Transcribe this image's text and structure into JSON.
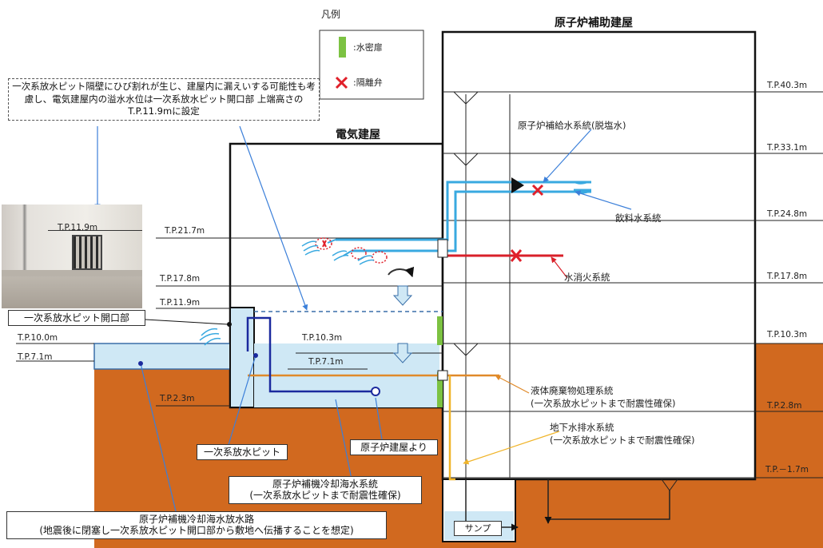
{
  "legend": {
    "title": "凡例",
    "watertight_door": ":水密扉",
    "isolation_valve": ":隔離弁",
    "colors": {
      "door": "#7cc242",
      "valve": "#e0202a"
    }
  },
  "buildings": {
    "aux": "原子炉補助建屋",
    "elec": "電気建屋"
  },
  "note": "一次系放水ピット隔壁にひび割れが生じ、建屋内に漏えいする可能性も考慮し、電気建屋内の溢水水位は一次系放水ピット開口部 上端高さのT.P.11.9mに設定",
  "photo_level": "T.P.11.9m",
  "levels_right": [
    "T.P.40.3m",
    "T.P.33.1m",
    "T.P.24.8m",
    "T.P.17.8m",
    "T.P.10.3m",
    "T.P.2.8m",
    "T.P.－1.7m"
  ],
  "levels_left": [
    "T.P.21.7m",
    "T.P.17.8m",
    "T.P.11.9m",
    "T.P.10.0m",
    "T.P.7.1m",
    "T.P.2.3m"
  ],
  "levels_inner": [
    "T.P.10.3m",
    "T.P.7.1m"
  ],
  "systems": {
    "desal": "原子炉補給水系統(脱塩水)",
    "drink": "飲料水系統",
    "fire": "水消火系統",
    "liquid_waste": [
      "液体廃棄物処理系統",
      "(一次系放水ピットまで耐震性確保)"
    ],
    "groundwater": [
      "地下水排水系統",
      "(一次系放水ピットまで耐震性確保)"
    ],
    "cooling_sea": [
      "原子炉補機冷却海水系統",
      "(一次系放水ピットまで耐震性確保)"
    ],
    "discharge_channel": [
      "原子炉補機冷却海水放水路",
      "(地震後に閉塞し一次系放水ピット開口部から敷地へ伝播することを想定)"
    ]
  },
  "callouts": {
    "opening": "一次系放水ピット開口部",
    "pit": "一次系放水ピット",
    "from_reactor": "原子炉建屋より",
    "sump": "サンプ"
  },
  "colors": {
    "ground": "#d1691f",
    "water": "#cfe8f5",
    "pipe_cyan": "#39a9e0",
    "pipe_red": "#d9202a",
    "pipe_orange": "#e08a2a",
    "pipe_navy": "#1b2a9e",
    "pipe_yellow": "#f0b429",
    "callout_line": "#3b7fd9"
  }
}
